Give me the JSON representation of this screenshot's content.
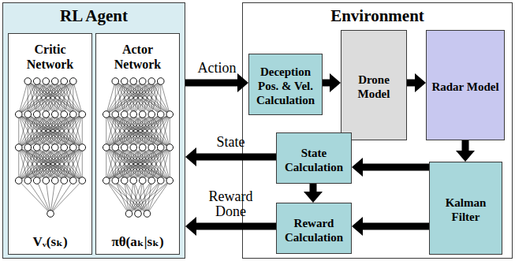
{
  "diagram": {
    "nodes": [
      {
        "text": [
          "RL Agent"
        ]
      },
      {
        "text": [
          "Critic Network",
          "Vᵥ(sₖ)"
        ],
        "in": 0
      },
      {
        "text": [
          "Actor Network",
          "πθ(aₖ|sₖ)"
        ],
        "in": 0
      },
      {
        "text": [
          "Environment"
        ]
      },
      {
        "text": [
          "Deception Pos. & Vel. Calculation"
        ],
        "in": 3
      },
      {
        "text": [
          "Drone Model"
        ],
        "in": 3
      },
      {
        "text": [
          "Radar Model"
        ],
        "in": 3
      },
      {
        "text": [
          "Kalman Filter"
        ],
        "in": 3
      },
      {
        "text": [
          "State Calculation"
        ],
        "in": 3
      },
      {
        "text": [
          "Reward Calculation"
        ],
        "in": 3
      }
    ],
    "edges": [
      {
        "from": 0,
        "to": 4,
        "label": "Action",
        "arrow": "to"
      },
      {
        "from": 4,
        "to": 5,
        "arrow": "to"
      },
      {
        "from": 5,
        "to": 6,
        "arrow": "to"
      },
      {
        "from": 6,
        "to": 7,
        "arrow": "to"
      },
      {
        "from": 7,
        "to": 8,
        "arrow": "to"
      },
      {
        "from": 7,
        "to": 9,
        "arrow": "to"
      },
      {
        "from": 8,
        "to": 9,
        "arrow": "to"
      },
      {
        "from": 8,
        "to": 0,
        "label": "State",
        "arrow": "to"
      },
      {
        "from": 9,
        "to": 0,
        "label": "Reward Done",
        "arrow": "to"
      }
    ]
  }
}
